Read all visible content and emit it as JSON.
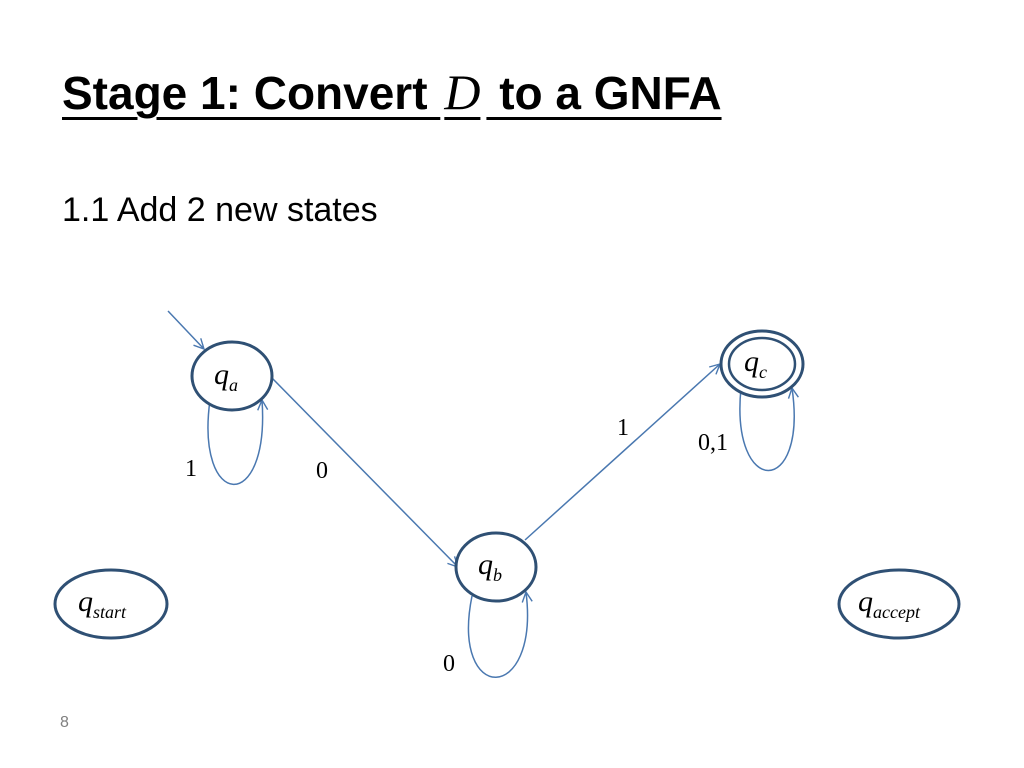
{
  "slide": {
    "title_before": "Stage 1: Convert ",
    "title_math": "D",
    "title_after": " to a GNFA",
    "subtitle": "1.1 Add 2 new states",
    "page_number": "8"
  },
  "colors": {
    "state_stroke": "#2f5074",
    "edge": "#4a78b0",
    "title": "#000000"
  },
  "diagram": {
    "states": [
      {
        "base": "q",
        "sub": "a",
        "name": "q-a",
        "start": true,
        "accept": false
      },
      {
        "base": "q",
        "sub": "b",
        "name": "q-b",
        "start": false,
        "accept": false
      },
      {
        "base": "q",
        "sub": "c",
        "name": "q-c",
        "start": false,
        "accept": true
      },
      {
        "base": "q",
        "sub": "start",
        "name": "q-start",
        "start": false,
        "accept": false
      },
      {
        "base": "q",
        "sub": "accept",
        "name": "q-accept",
        "start": false,
        "accept": false
      }
    ],
    "transitions": [
      {
        "from": "q-a",
        "to": "q-a",
        "label": "1"
      },
      {
        "from": "q-a",
        "to": "q-b",
        "label": "0"
      },
      {
        "from": "q-b",
        "to": "q-b",
        "label": "0"
      },
      {
        "from": "q-b",
        "to": "q-c",
        "label": "1"
      },
      {
        "from": "q-c",
        "to": "q-c",
        "label": "0,1"
      }
    ]
  }
}
